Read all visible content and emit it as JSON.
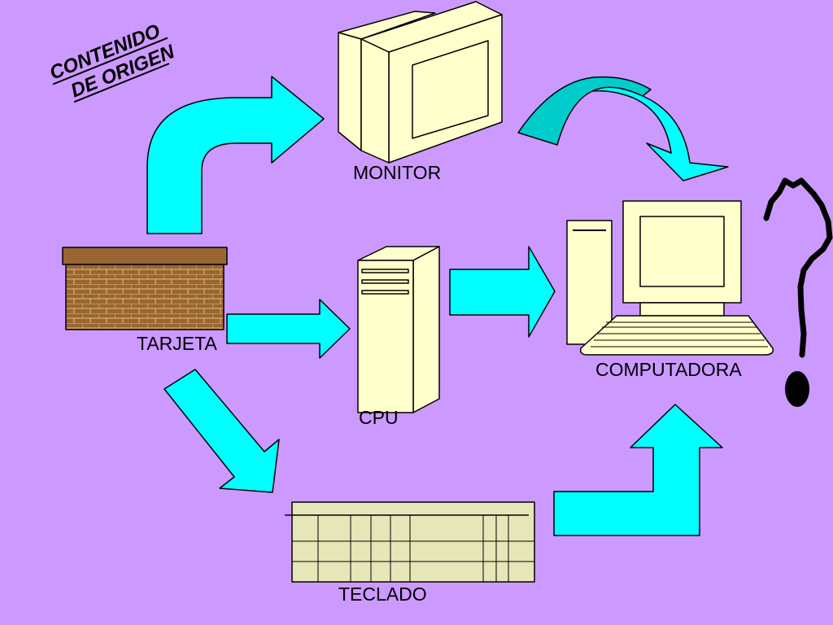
{
  "title": {
    "line1": "CONTENIDO",
    "line2": "DE ORIGEN"
  },
  "nodes": {
    "monitor": "MONITOR",
    "tarjeta": "TARJETA",
    "cpu": "CPU",
    "computadora": "COMPUTADORA",
    "teclado": "TECLADO"
  },
  "colors": {
    "background": "#cc99ff",
    "arrow": "#00ffff",
    "arrow_dark": "#00cccc",
    "device_body": "#ffffcc",
    "brick": "#996633",
    "keyboard": "#e6e6b8"
  },
  "icons": [
    "monitor-icon",
    "brick-card-icon",
    "cpu-tower-icon",
    "desktop-computer-icon",
    "keyboard-icon",
    "question-mark-icon"
  ]
}
